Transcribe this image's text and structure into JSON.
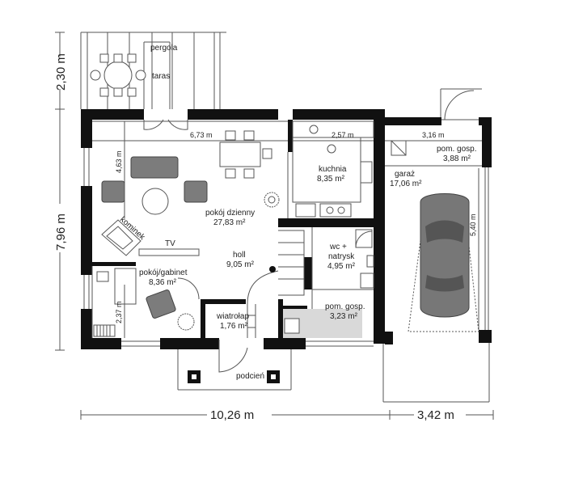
{
  "plan": {
    "rooms": [
      {
        "name": "pergola",
        "area": ""
      },
      {
        "name": "taras",
        "area": ""
      },
      {
        "name": "kuchnia",
        "area": "8,35 m²"
      },
      {
        "name": "pokój dzienny",
        "area": "27,83 m²"
      },
      {
        "name": "holl",
        "area": "9,05 m²"
      },
      {
        "name": "wc +",
        "name2": "natrysk",
        "area": "4,95 m²"
      },
      {
        "name": "pokój/gabinet",
        "area": "8,36 m²"
      },
      {
        "name": "wiatrołap",
        "area": "1,76 m²"
      },
      {
        "name": "pom. gosp.",
        "area": "3,23 m²"
      },
      {
        "name": "pom. gosp.",
        "area": "3,88 m²"
      },
      {
        "name": "garaż",
        "area": "17,06 m²"
      },
      {
        "name": "podcień",
        "area": ""
      }
    ],
    "labels": {
      "kominek": "kominek",
      "tv": "TV"
    },
    "dimensions": {
      "living_width": "6,73 m",
      "kitchen_width": "2,57 m",
      "garage_pom_width": "3,16 m",
      "living_depth": "4,63 m",
      "office_depth": "2,37 m",
      "garage_depth": "5,40 m",
      "terrace_depth": "2,30 m",
      "total_depth": "7,96 m",
      "total_width": "10,26 m",
      "garage_total_width": "3,42 m"
    }
  }
}
